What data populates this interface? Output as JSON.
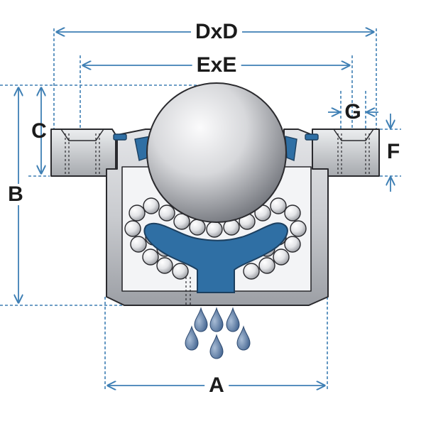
{
  "colors": {
    "dimension_line": "#3e7fb4",
    "housing_light": "#dcdde0",
    "housing_dark": "#8a8d93",
    "housing_outline": "#2a2a2e",
    "insert_blue": "#2f6fa4",
    "ball_light": "#f4f4f6",
    "ball_dark": "#6a6d74",
    "droplet": "#4d6f9a",
    "label_text": "#1b1b1b"
  },
  "dimensions": {
    "overall_width": "DxD",
    "ball_spacing": "ExE",
    "flange_thickness": "C",
    "total_height": "B",
    "hole_diameter": "G",
    "flange_height": "F",
    "base_width": "A"
  },
  "icons": {
    "main_ball": "sphere-icon",
    "support_balls": "ball-bearing-icon",
    "drain": "water-droplet-icon"
  }
}
